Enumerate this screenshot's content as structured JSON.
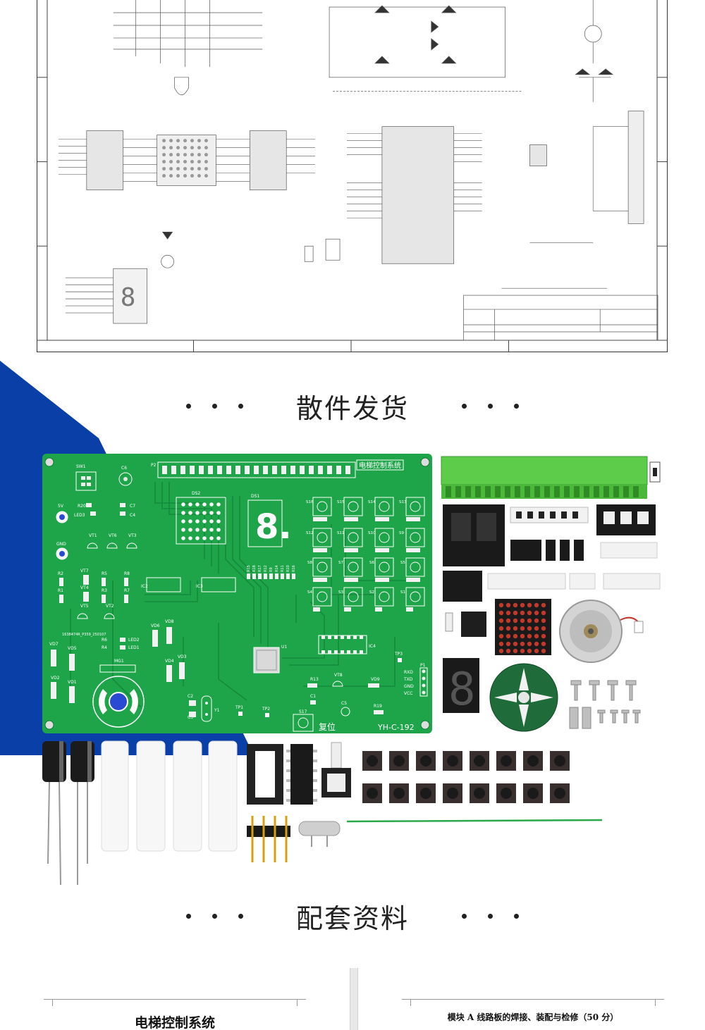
{
  "sections": {
    "bulk_shipping": {
      "title": "散件发货"
    },
    "materials": {
      "title": "配套资料"
    }
  },
  "pcb": {
    "board_title": "电梯控制系统",
    "model": "YH-C-192",
    "reset_label": "复位",
    "serial": "1638474R_P359_250107",
    "connector_pins": [
      "RXD",
      "TXD",
      "GND",
      "VCC"
    ],
    "refs": {
      "sw1": "SW1",
      "c6": "C6",
      "p2": "P2",
      "ds2": "DS2",
      "ds1": "DS1",
      "v5": "5V",
      "gnd": "GND",
      "r20": "R20",
      "led3": "LED3",
      "c7": "C7",
      "c4": "C4",
      "vt1": "VT1",
      "vt6": "VT6",
      "vt3": "VT3",
      "r2": "R2",
      "vt7": "VT7",
      "r5": "R5",
      "r8": "R8",
      "r1": "R1",
      "vt4": "VT4",
      "r3": "R3",
      "r7": "R7",
      "vt5": "VT5",
      "vt2": "VT2",
      "ic2": "IC2",
      "ic3": "IC3",
      "r6": "R6",
      "r4": "R4",
      "led2": "LED2",
      "led1": "LED1",
      "vd6": "VD6",
      "vd8": "VD8",
      "vd7": "VD7",
      "vd5": "VD5",
      "vd4": "VD4",
      "vd3": "VD3",
      "vd2": "VD2",
      "vd1": "VD1",
      "mg1": "MG1",
      "u1": "U1",
      "ic4": "IC4",
      "tp3": "TP3",
      "p1": "P1",
      "r13": "R13",
      "vt8": "VT8",
      "vd9": "VD9",
      "c1": "C1",
      "c2": "C2",
      "c3": "C3",
      "y1": "Y1",
      "tp1": "TP1",
      "tp2": "TP2",
      "s17": "S17",
      "c5": "C5",
      "r19": "R19"
    },
    "resistor_column": [
      "R15",
      "R18",
      "R17",
      "R12",
      "R9",
      "R14",
      "R11",
      "R10",
      "R16"
    ],
    "switch_labels": [
      [
        "S16",
        "S15",
        "S14",
        "S13"
      ],
      [
        "S12",
        "S11",
        "S10",
        "S9"
      ],
      [
        "S8",
        "S7",
        "S6",
        "S5"
      ],
      [
        "S4",
        "S3",
        "S2",
        "S1"
      ]
    ]
  },
  "documents": {
    "left_title": "电梯控制系统",
    "right_title": "模块 A 线路板的焊接、装配与检修（50 分）"
  },
  "colors": {
    "pcb_green": "#1ea54a",
    "accent_blue": "#0b3fa8",
    "terminal_green": "#5ccc4a"
  }
}
